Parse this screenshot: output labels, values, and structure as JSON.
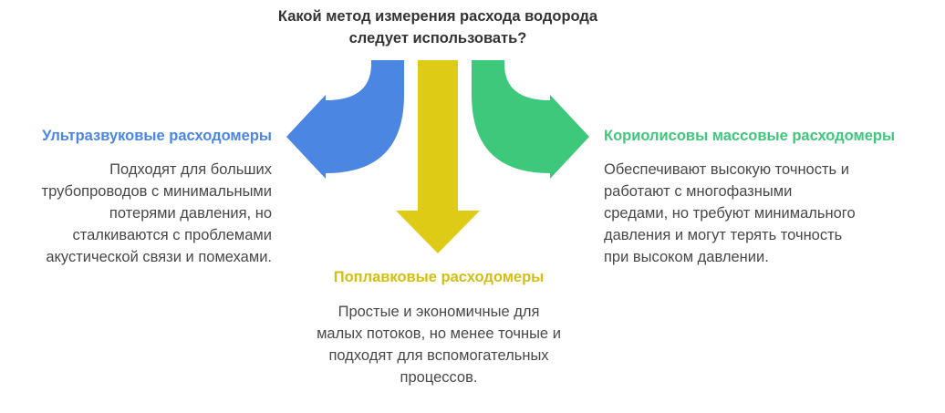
{
  "title": "Какой метод измерения расхода водорода следует использовать?",
  "colors": {
    "left": "#4a86e2",
    "center": "#ddcb15",
    "right": "#3ec87c",
    "text": "#484848"
  },
  "options": {
    "left": {
      "heading": "Ультразвуковые расходомеры",
      "description": "Подходят для больших трубопроводов с минимальными потерями давления, но сталкиваются с проблемами акустической связи и помехами."
    },
    "center": {
      "heading": "Поплавковые расходомеры",
      "description": "Простые и экономичные для малых потоков, но менее точные и подходят для вспомогательных процессов."
    },
    "right": {
      "heading": "Кориолисовы массовые расходомеры",
      "description": "Обеспечивают высокую точность и работают с многофазными средами, но требуют минимального давления и могут терять точность при высоком давлении."
    }
  }
}
